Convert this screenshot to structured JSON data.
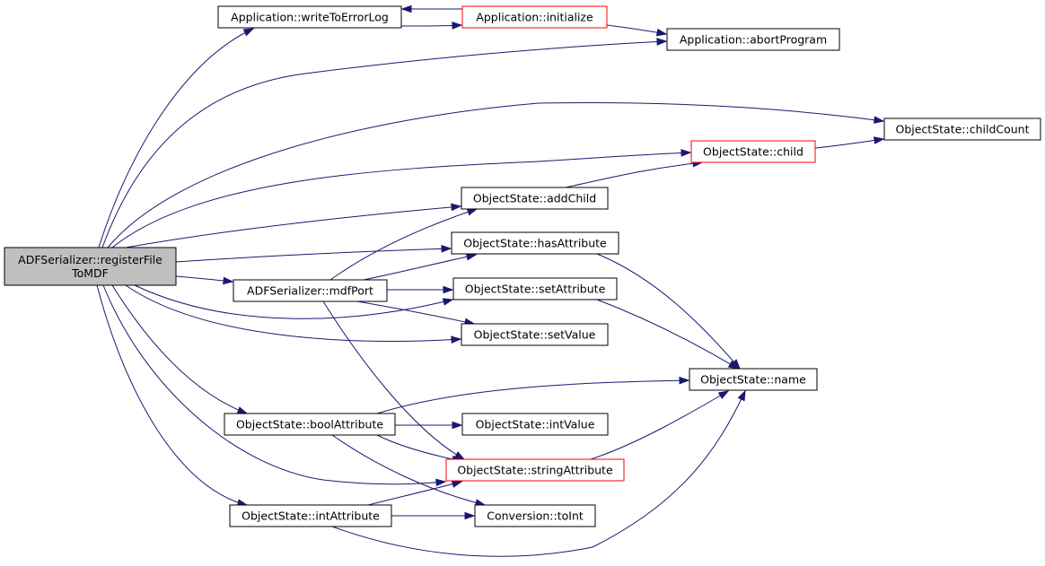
{
  "colors": {
    "edge": "#191970",
    "border_default": "#000000",
    "border_truncated": "#ff0000",
    "root_fill": "#bfbfbf",
    "node_fill": "#ffffff"
  },
  "nodes": [
    {
      "id": "registerFileToMDF",
      "lines": [
        "ADFSerializer::registerFile",
        "ToMDF"
      ],
      "style": "root"
    },
    {
      "id": "writeToErrorLog",
      "lines": [
        "Application::writeToErrorLog"
      ],
      "style": "default"
    },
    {
      "id": "initialize",
      "lines": [
        "Application::initialize"
      ],
      "style": "truncated"
    },
    {
      "id": "abortProgram",
      "lines": [
        "Application::abortProgram"
      ],
      "style": "default"
    },
    {
      "id": "childCount",
      "lines": [
        "ObjectState::childCount"
      ],
      "style": "default"
    },
    {
      "id": "child",
      "lines": [
        "ObjectState::child"
      ],
      "style": "truncated"
    },
    {
      "id": "addChild",
      "lines": [
        "ObjectState::addChild"
      ],
      "style": "default"
    },
    {
      "id": "hasAttribute",
      "lines": [
        "ObjectState::hasAttribute"
      ],
      "style": "default"
    },
    {
      "id": "mdfPort",
      "lines": [
        "ADFSerializer::mdfPort"
      ],
      "style": "default"
    },
    {
      "id": "setAttribute",
      "lines": [
        "ObjectState::setAttribute"
      ],
      "style": "default"
    },
    {
      "id": "setValue",
      "lines": [
        "ObjectState::setValue"
      ],
      "style": "default"
    },
    {
      "id": "name",
      "lines": [
        "ObjectState::name"
      ],
      "style": "default"
    },
    {
      "id": "boolAttribute",
      "lines": [
        "ObjectState::boolAttribute"
      ],
      "style": "default"
    },
    {
      "id": "intValue",
      "lines": [
        "ObjectState::intValue"
      ],
      "style": "default"
    },
    {
      "id": "stringAttribute",
      "lines": [
        "ObjectState::stringAttribute"
      ],
      "style": "truncated"
    },
    {
      "id": "intAttribute",
      "lines": [
        "ObjectState::intAttribute"
      ],
      "style": "default"
    },
    {
      "id": "toInt",
      "lines": [
        "Conversion::toInt"
      ],
      "style": "default"
    }
  ],
  "edges": [
    {
      "from": "registerFileToMDF",
      "to": "writeToErrorLog"
    },
    {
      "from": "registerFileToMDF",
      "to": "abortProgram"
    },
    {
      "from": "registerFileToMDF",
      "to": "childCount"
    },
    {
      "from": "registerFileToMDF",
      "to": "child"
    },
    {
      "from": "registerFileToMDF",
      "to": "addChild"
    },
    {
      "from": "registerFileToMDF",
      "to": "hasAttribute"
    },
    {
      "from": "registerFileToMDF",
      "to": "mdfPort"
    },
    {
      "from": "registerFileToMDF",
      "to": "setAttribute"
    },
    {
      "from": "registerFileToMDF",
      "to": "setValue"
    },
    {
      "from": "registerFileToMDF",
      "to": "boolAttribute"
    },
    {
      "from": "registerFileToMDF",
      "to": "stringAttribute"
    },
    {
      "from": "registerFileToMDF",
      "to": "intAttribute"
    },
    {
      "from": "initialize",
      "to": "writeToErrorLog"
    },
    {
      "from": "writeToErrorLog",
      "to": "initialize"
    },
    {
      "from": "initialize",
      "to": "abortProgram"
    },
    {
      "from": "child",
      "to": "childCount"
    },
    {
      "from": "addChild",
      "to": "child"
    },
    {
      "from": "mdfPort",
      "to": "addChild"
    },
    {
      "from": "mdfPort",
      "to": "hasAttribute"
    },
    {
      "from": "mdfPort",
      "to": "setAttribute"
    },
    {
      "from": "mdfPort",
      "to": "setValue"
    },
    {
      "from": "mdfPort",
      "to": "stringAttribute"
    },
    {
      "from": "hasAttribute",
      "to": "name"
    },
    {
      "from": "setAttribute",
      "to": "name"
    },
    {
      "from": "boolAttribute",
      "to": "name"
    },
    {
      "from": "boolAttribute",
      "to": "intValue"
    },
    {
      "from": "boolAttribute",
      "to": "stringAttribute"
    },
    {
      "from": "boolAttribute",
      "to": "toInt"
    },
    {
      "from": "stringAttribute",
      "to": "name"
    },
    {
      "from": "intAttribute",
      "to": "stringAttribute"
    },
    {
      "from": "intAttribute",
      "to": "toInt"
    },
    {
      "from": "intAttribute",
      "to": "name"
    }
  ]
}
